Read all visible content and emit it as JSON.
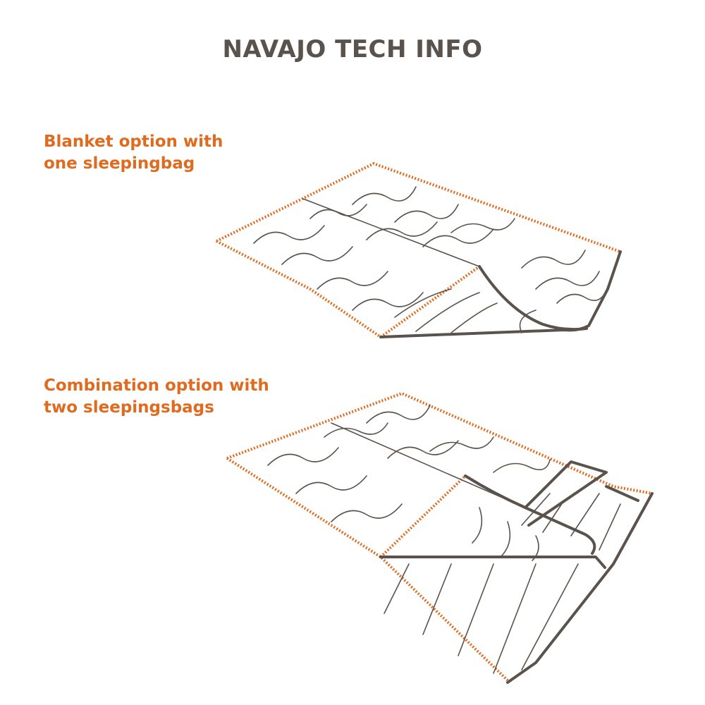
{
  "title": "NAVAJO TECH INFO",
  "sections": [
    {
      "caption_line1": "Blanket option with",
      "caption_line2": "one sleepingbag"
    },
    {
      "caption_line1": "Combination option with",
      "caption_line2": "two sleepingsbags"
    }
  ],
  "colors": {
    "title": "#5a524c",
    "accent": "#e06a1e"
  }
}
